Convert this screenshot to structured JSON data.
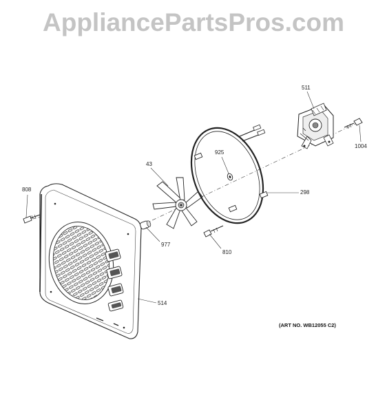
{
  "watermark": "AppliancePartsPros.com",
  "art_number": "(ART NO. WB12055 C2)",
  "parts": [
    {
      "id": "511",
      "name": "convection-fan-motor"
    },
    {
      "id": "1004",
      "name": "motor-screw"
    },
    {
      "id": "925",
      "name": "ring-nut"
    },
    {
      "id": "43",
      "name": "fan-blade"
    },
    {
      "id": "298",
      "name": "convection-heating-element"
    },
    {
      "id": "808",
      "name": "baffle-screw"
    },
    {
      "id": "977",
      "name": "blade-nut"
    },
    {
      "id": "810",
      "name": "element-screw"
    },
    {
      "id": "514",
      "name": "convection-baffle"
    }
  ]
}
